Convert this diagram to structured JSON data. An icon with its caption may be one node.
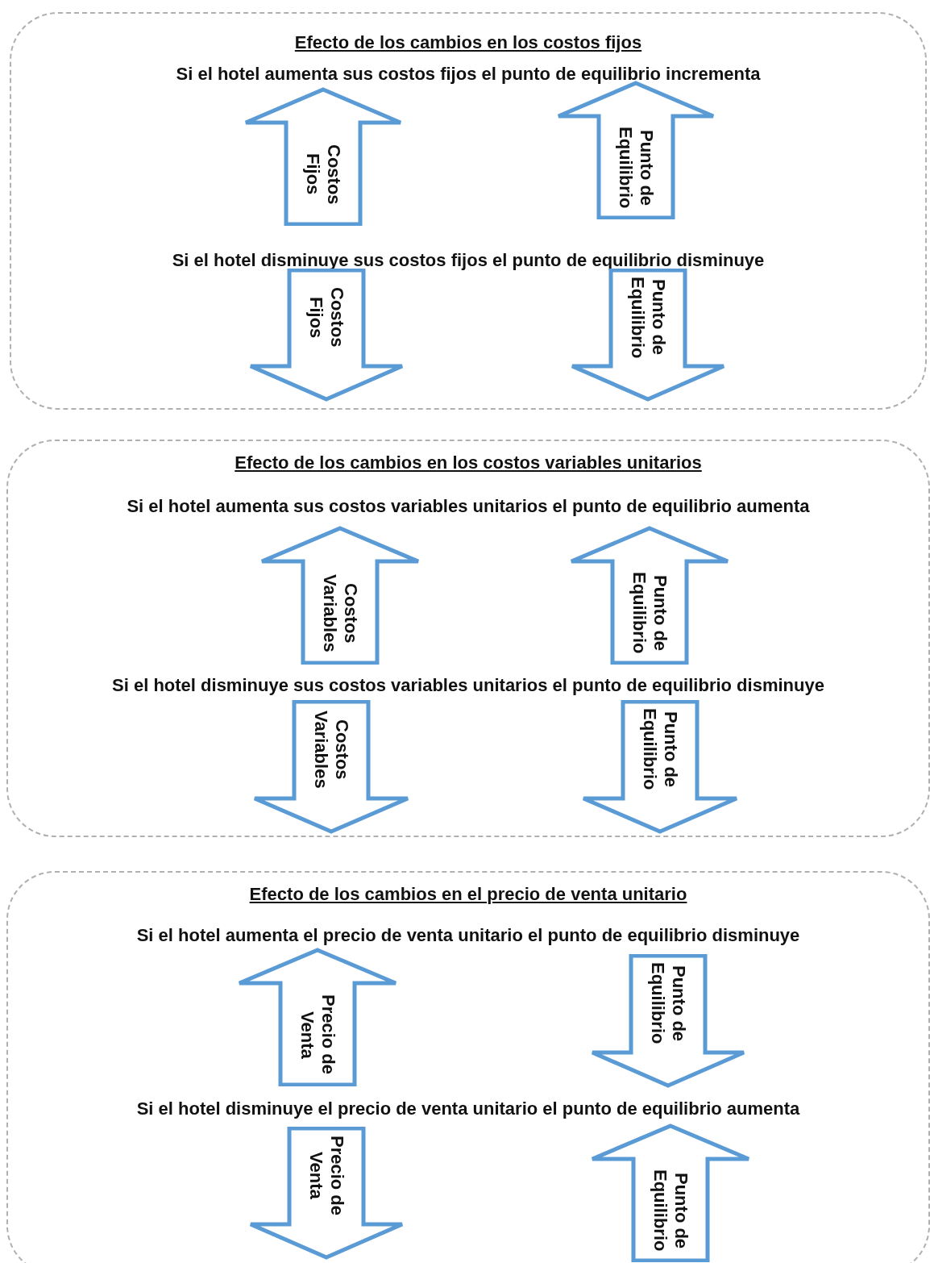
{
  "diagram": {
    "nodes": [
      {
        "text": [
          "Efecto de los cambios en los costos fijos",
          "Si el hotel aumenta sus costos fijos el punto de equilibrio incrementa",
          "Si el hotel disminuye sus costos fijos el punto de equilibrio disminuye"
        ]
      },
      {
        "text": [
          "Costos Fijos"
        ],
        "in": 0
      },
      {
        "text": [
          "Punto de Equilibrio"
        ],
        "in": 0
      },
      {
        "text": [
          "Costos Fijos"
        ],
        "in": 0
      },
      {
        "text": [
          "Punto de Equilibrio"
        ],
        "in": 0
      },
      {
        "text": [
          "Efecto de los cambios en los costos variables unitarios",
          "Si el hotel aumenta sus costos variables unitarios el punto de equilibrio aumenta",
          "Si el hotel disminuye sus costos variables unitarios el punto de equilibrio disminuye"
        ]
      },
      {
        "text": [
          "Costos Variables"
        ],
        "in": 5
      },
      {
        "text": [
          "Punto de Equilibrio"
        ],
        "in": 5
      },
      {
        "text": [
          "Costos Variables"
        ],
        "in": 5
      },
      {
        "text": [
          "Punto de Equilibrio"
        ],
        "in": 5
      },
      {
        "text": [
          "Efecto de los cambios en el precio de venta unitario",
          "Si el hotel aumenta el precio de venta unitario el punto de equilibrio disminuye",
          "Si el hotel disminuye el precio de venta unitario el punto de equilibrio aumenta"
        ]
      },
      {
        "text": [
          "Precio de Venta"
        ],
        "in": 10
      },
      {
        "text": [
          "Punto de Equilibrio"
        ],
        "in": 10
      },
      {
        "text": [
          "Precio de Venta"
        ],
        "in": 10
      },
      {
        "text": [
          "Punto de Equilibrio"
        ],
        "in": 10
      }
    ]
  }
}
